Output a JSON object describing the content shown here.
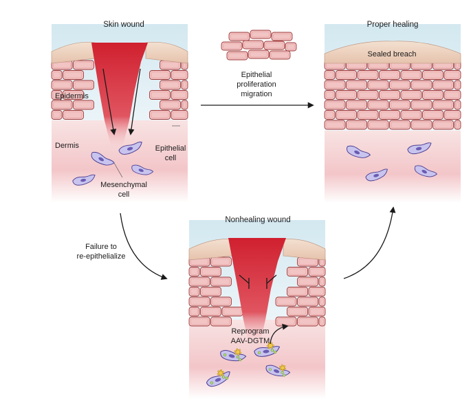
{
  "titles": {
    "skin_wound": "Skin wound",
    "proper_healing": "Proper healing",
    "nonhealing_wound": "Nonhealing wound"
  },
  "labels": {
    "epidermis": "Epidermis",
    "dermis": "Dermis",
    "epithelial_cell_line1": "Epithelial",
    "epithelial_cell_line2": "cell",
    "mesenchymal_line1": "Mesenchymal",
    "mesenchymal_line2": "cell",
    "sealed_breach": "Sealed breach",
    "epi_prolif_line1": "Epithelial",
    "epi_prolif_line2": "proliferation",
    "epi_prolif_line3": "migration",
    "failure_line1": "Failure to",
    "failure_line2": "re-epithelialize",
    "reprogram_line1": "Reprogram",
    "reprogram_line2": "AAV-DGTM"
  },
  "colors": {
    "cell_fill": "#f2c4c4",
    "cell_stroke": "#9e3b3b",
    "wound_red": "#d42a3a",
    "dermis_top": "#f6dede",
    "dermis_bottom": "#f3c2c6",
    "sky_top": "#cfe6ee",
    "skin_top": "#ecd2bf",
    "mes_fill": "#c8c4ee",
    "mes_stroke": "#4a3b8f",
    "gfp": "#b7e07a",
    "aav": "#f2c84a"
  }
}
